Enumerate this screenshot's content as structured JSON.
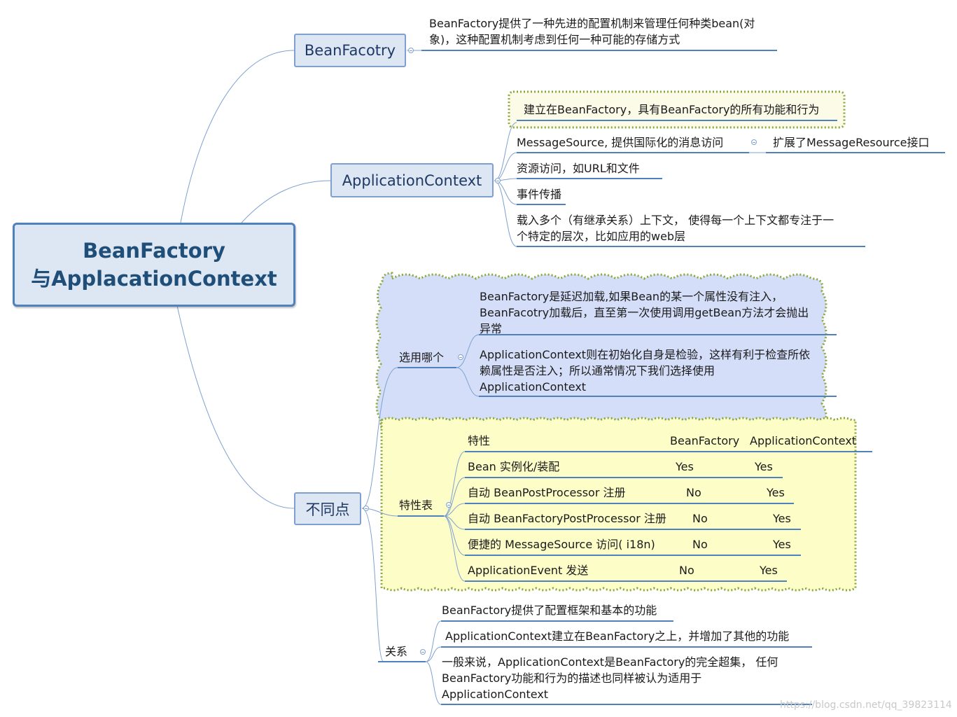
{
  "root": {
    "line1": "BeanFactory",
    "line2": "与ApplacationContext"
  },
  "beanfactory": {
    "label": "BeanFacotry",
    "desc1": "BeanFactory提供了一种先进的配置机制来管理任何种类bean(对",
    "desc2": "象)，这种配置机制考虑到任何一种可能的存储方式"
  },
  "appcontext": {
    "label": "ApplicationContext",
    "items": [
      "建立在BeanFactory，具有BeanFactory的所有功能和行为",
      "MessageSource, 提供国际化的消息访问",
      "资源访问，如URL和文件",
      "事件传播",
      " 载入多个（有继承关系）上下文， 使得每一个上下文都专注于一",
      "个特定的层次，比如应用的web层"
    ],
    "extends": "扩展了MessageResource接口"
  },
  "diff": {
    "label": "不同点",
    "choose": {
      "label": "选用哪个",
      "a1": "BeanFactory是延迟加载,如果Bean的某一个属性没有注入，",
      "a2": "BeanFacotry加载后，直至第一次使用调用getBean方法才会抛出",
      "a3": "异常",
      "b1": "ApplicationContext则在初始化自身是检验，这样有利于检查所依",
      "b2": "赖属性是否注入；所以通常情况下我们选择使用",
      "b3": "ApplicationContext"
    },
    "table": {
      "label": "特性表",
      "header": [
        "特性",
        "BeanFactory",
        "ApplicationContext"
      ],
      "rows": [
        [
          "Bean 实例化/装配",
          "Yes",
          "Yes"
        ],
        [
          "自动 BeanPostProcessor 注册",
          "No",
          "Yes"
        ],
        [
          "自动 BeanFactoryPostProcessor 注册",
          "No",
          "Yes"
        ],
        [
          "便捷的 MessageSource 访问( i18n)",
          "No",
          "Yes"
        ],
        [
          "ApplicationEvent 发送",
          "No",
          "Yes"
        ]
      ]
    },
    "relation": {
      "label": "关系",
      "r1": "BeanFactory提供了配置框架和基本的功能",
      "r2": "ApplicationContext建立在BeanFactory之上，并增加了其他的功能",
      "r3a": "一般来说，ApplicationContext是BeanFactory的完全超集， 任何",
      "r3b": "BeanFactory功能和行为的描述也同样被认为适用于",
      "r3c": "ApplicationContext"
    }
  },
  "watermark": "https://blog.csdn.net/qq_39823114"
}
